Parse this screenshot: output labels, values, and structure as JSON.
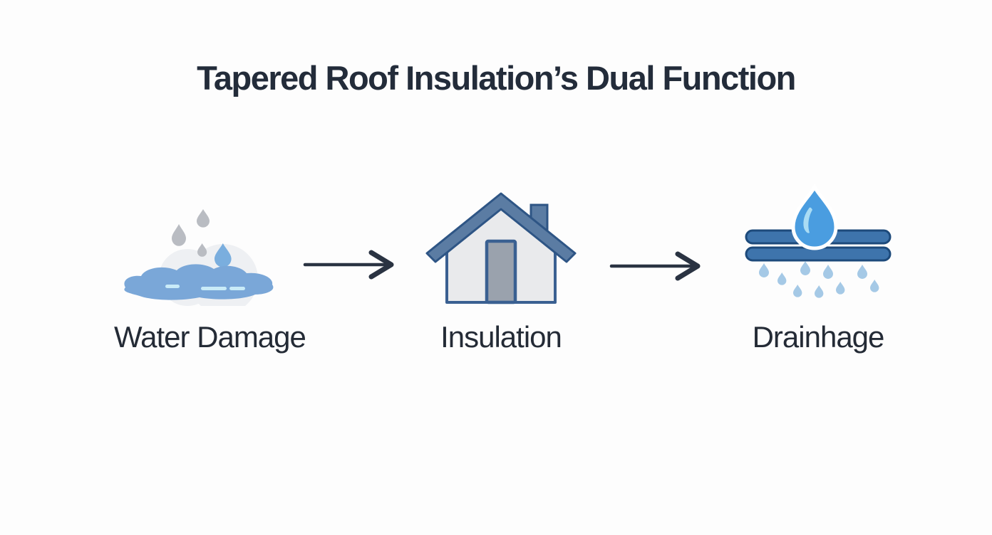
{
  "title": "Tapered Roof Insulation’s Dual Function",
  "diagram": {
    "type": "flow",
    "direction": "left-to-right",
    "nodes": [
      {
        "id": "water-damage",
        "label": "Water Damage",
        "icon": "rain-puddle-icon"
      },
      {
        "id": "insulation",
        "label": "Insulation",
        "icon": "house-icon"
      },
      {
        "id": "drainage",
        "label": "Drainhage",
        "icon": "membrane-drip-icon"
      }
    ],
    "connectors": [
      {
        "from": "water-damage",
        "to": "insulation",
        "style": "arrow-right"
      },
      {
        "from": "insulation",
        "to": "drainage",
        "style": "arrow-right"
      }
    ]
  },
  "colors": {
    "background": "#fdfdfd",
    "title_text": "#232c3a",
    "label_text": "#242b36",
    "arrow": "#2a3342",
    "roof_steel_blue": "#5b7ca3",
    "roof_outline": "#2e5585",
    "house_body": "#e9eaec",
    "house_outline": "#3a6091",
    "door_gray": "#9aa2ad",
    "puddle_blue": "#7aa7d8",
    "puddle_highlight": "#c9ebf8",
    "rain_drop_gray": "#b9bcc2",
    "rain_drop_blue": "#7aaede",
    "cloud_gray": "#eef0f3",
    "big_drop_blue": "#4a9de0",
    "big_drop_highlight": "#aadcf4",
    "bar_blue": "#3e74ac",
    "bar_outline": "#1d4a7b",
    "small_drop_blue": "#a5c9e6"
  }
}
